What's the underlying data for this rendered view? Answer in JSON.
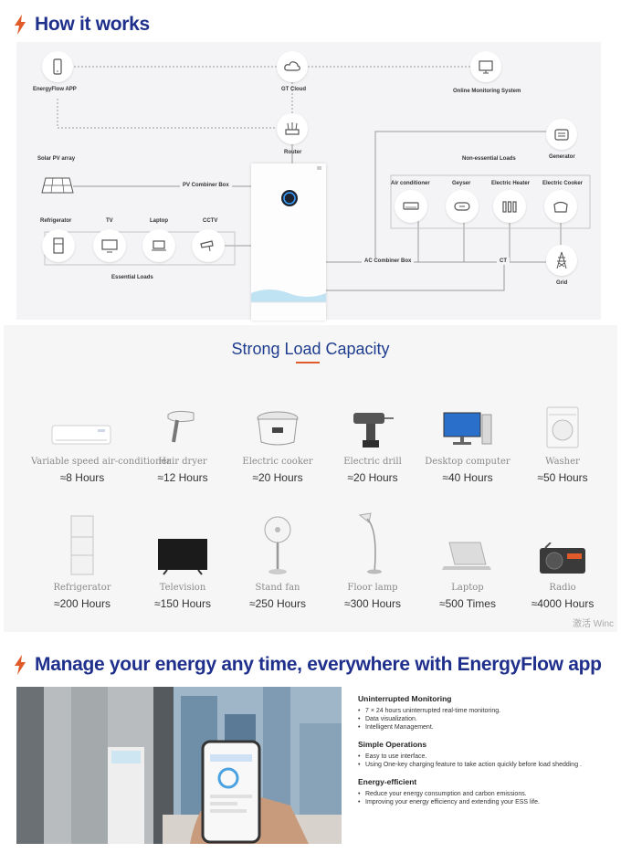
{
  "section1": {
    "title": "How it works"
  },
  "diagram": {
    "app": "EnergyFlow APP",
    "cloud": "GT Cloud",
    "monitor": "Online Monitoring System",
    "router": "Router",
    "solar": "Solar PV array",
    "pv_box": "PV Combiner Box",
    "generator": "Generator",
    "non_essential": "Non-essential Loads",
    "aircon": "Air conditioner",
    "geyser": "Geyser",
    "heater": "Electric Heater",
    "cooker": "Electric Cooker",
    "fridge": "Refrigerator",
    "tv": "TV",
    "laptop": "Laptop",
    "cctv": "CCTV",
    "essential": "Essential Loads",
    "ac_box": "AC Combiner Box",
    "ct": "CT",
    "grid": "Grid"
  },
  "capacity": {
    "title": "Strong Load Capacity",
    "items": [
      {
        "name": "Variable speed air-conditioner",
        "hours": "≈8 Hours",
        "icon": "air-conditioner-icon"
      },
      {
        "name": "Hair dryer",
        "hours": "≈12 Hours",
        "icon": "hair-dryer-icon"
      },
      {
        "name": "Electric cooker",
        "hours": "≈20 Hours",
        "icon": "rice-cooker-icon"
      },
      {
        "name": "Electric drill",
        "hours": "≈20 Hours",
        "icon": "drill-icon"
      },
      {
        "name": "Desktop computer",
        "hours": "≈40 Hours",
        "icon": "desktop-icon"
      },
      {
        "name": "Washer",
        "hours": "≈50 Hours",
        "icon": "washer-icon"
      },
      {
        "name": "Refrigerator",
        "hours": "≈200 Hours",
        "icon": "refrigerator-icon"
      },
      {
        "name": "Television",
        "hours": "≈150 Hours",
        "icon": "television-icon"
      },
      {
        "name": "Stand fan",
        "hours": "≈250 Hours",
        "icon": "fan-icon"
      },
      {
        "name": "Floor lamp",
        "hours": "≈300 Hours",
        "icon": "lamp-icon"
      },
      {
        "name": "Laptop",
        "hours": "≈500 Times",
        "icon": "laptop-icon"
      },
      {
        "name": "Radio",
        "hours": "≈4000 Hours",
        "icon": "radio-icon"
      }
    ],
    "watermark": "激活 Winc"
  },
  "section3": {
    "title": "Manage your energy any time, everywhere with EnergyFlow app"
  },
  "features": [
    {
      "title": "Uninterrupted Monitoring",
      "points": [
        "7 × 24 hours uninterrupted real-time monitoring.",
        "Data visualization.",
        "Intelligent Management."
      ]
    },
    {
      "title": "Simple Operations",
      "points": [
        "Easy to use interface.",
        "Using One-key charging feature to take action quickly before load shedding .",
        ""
      ]
    },
    {
      "title": "Energy-efficient",
      "points": [
        "Reduce your energy consumption and carbon emissions.",
        "Improving your energy efficiency and extending your ESS life.",
        ""
      ]
    }
  ],
  "colors": {
    "title_blue": "#1f2f8c",
    "accent_orange": "#e05a2a",
    "diagram_bg": "#f4f4f6"
  }
}
